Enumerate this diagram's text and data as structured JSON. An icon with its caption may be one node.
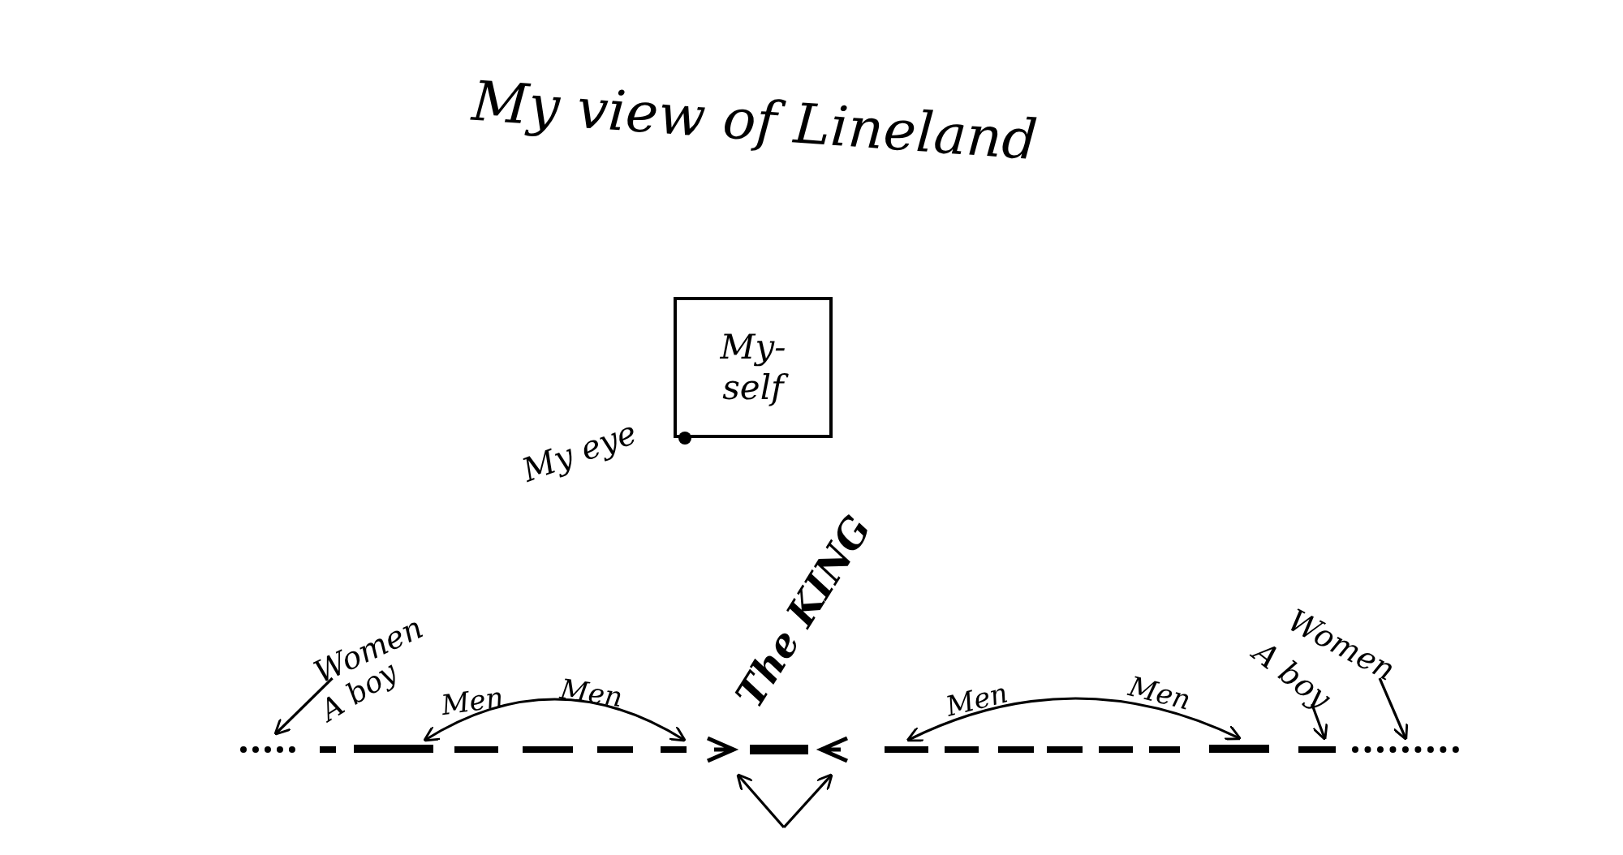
{
  "diagram": {
    "title": "My view of Lineland",
    "nodes": [
      {
        "text": [
          "My- self"
        ]
      },
      {
        "text": [],
        "shape": "circle",
        "beside": [
          "My eye"
        ]
      },
      {
        "text": [
          "Women"
        ]
      },
      {
        "text": [],
        "shape": "bar"
      },
      {
        "text": [],
        "shape": "bar"
      },
      {
        "text": [],
        "shape": "bar"
      },
      {
        "text": [],
        "shape": "bar",
        "beside": [
          "The KING"
        ]
      },
      {
        "text": [],
        "shape": "bar"
      },
      {
        "text": [],
        "shape": "bar"
      },
      {
        "text": [
          "A boy"
        ]
      },
      {
        "text": [],
        "shape": "bar"
      },
      {
        "text": [
          "Women"
        ]
      },
      {
        "text": [],
        "shape": "bar"
      }
    ],
    "edges": [
      {
        "from": 2,
        "to": 3,
        "arrow": "to"
      },
      {
        "from": 4,
        "to": 5,
        "arrow": "both"
      },
      {
        "from": null,
        "to": 6,
        "arrow": "to"
      },
      {
        "from": null,
        "to": 6,
        "arrow": "to"
      },
      {
        "from": 7,
        "to": 8,
        "arrow": "both"
      },
      {
        "from": 9,
        "to": 10,
        "arrow": "to"
      },
      {
        "from": 11,
        "to": 12,
        "arrow": "to"
      }
    ],
    "labels": [
      "A boy",
      "Men",
      "Men",
      "Men",
      "Men"
    ]
  }
}
